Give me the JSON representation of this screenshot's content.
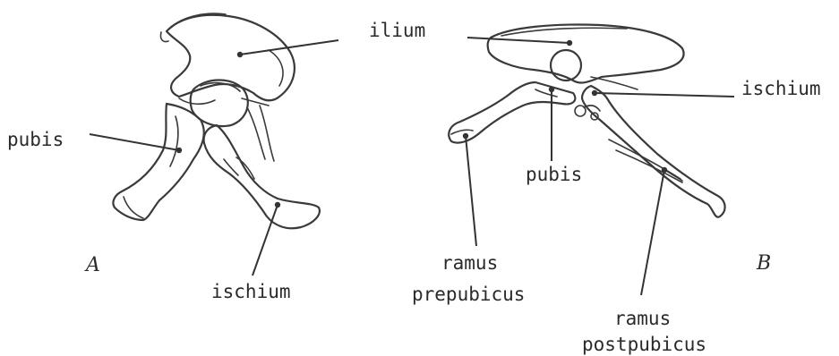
{
  "figure_a": {
    "letter": "A",
    "labels": {
      "ilium": "ilium",
      "pubis": "pubis",
      "ischium": "ischium"
    }
  },
  "figure_b": {
    "letter": "B",
    "labels": {
      "ischium": "ischium",
      "pubis": "pubis",
      "ramus_prepubicus_1": "ramus",
      "ramus_prepubicus_2": "prepubicus",
      "ramus_postpubicus_1": "ramus",
      "ramus_postpubicus_2": "postpubicus"
    }
  }
}
